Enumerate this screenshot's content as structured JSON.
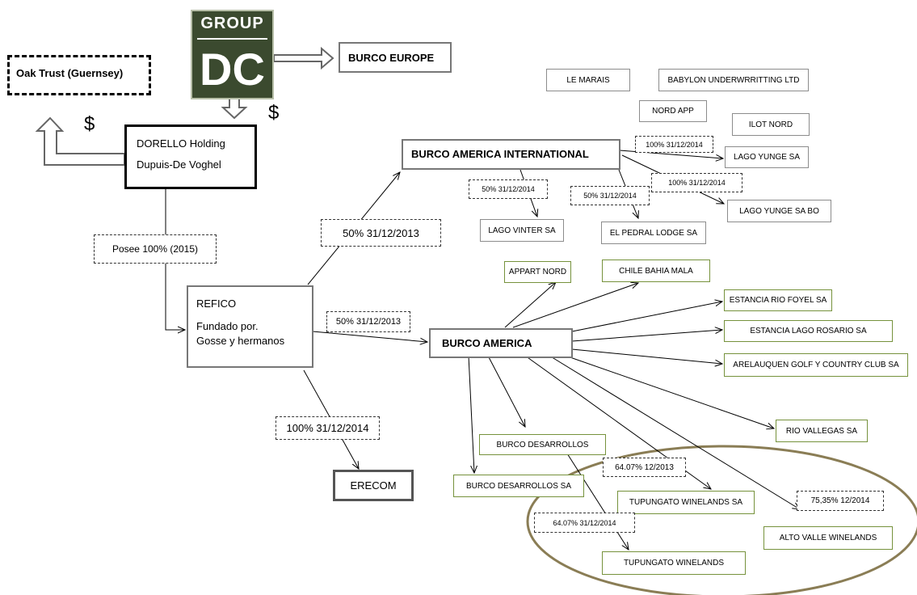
{
  "logo": {
    "line1": "GROUP",
    "line2": "DC"
  },
  "dollars": {
    "left": "$",
    "right": "$"
  },
  "entities": {
    "oak_trust": "Oak Trust (Guernsey)",
    "burco_europe": "BURCO EUROPE",
    "dorello": {
      "line1": "DORELLO Holding",
      "line2": "Dupuis-De Voghel"
    },
    "refico": {
      "line1": "REFICO",
      "line2": "Fundado por.",
      "line3": "Gosse  y hermanos"
    },
    "erecom": "ERECOM",
    "burco_america_international": "BURCO AMERICA INTERNATIONAL",
    "burco_america": "BURCO AMERICA",
    "le_marais": "LE MARAIS",
    "babylon": "BABYLON UNDERWRRITTING LTD",
    "nord_app": "NORD APP",
    "ilot_nord": "ILOT NORD",
    "lago_yunge": "LAGO YUNGE SA",
    "lago_yunge_bo": "LAGO YUNGE SA BO",
    "lago_vinter": "LAGO VINTER SA",
    "el_pedral": "EL PEDRAL LODGE SA",
    "appart_nord": "APPART NORD",
    "chile_bahia": "CHILE BAHIA MALA",
    "rio_foyel": "ESTANCIA RIO FOYEL SA",
    "lago_rosario": "ESTANCIA LAGO ROSARIO SA",
    "arelauquen": "ARELAUQUEN GOLF Y COUNTRY CLUB SA",
    "rio_vallegas": "RIO VALLEGAS SA",
    "burco_desarrollos": "BURCO DESARROLLOS",
    "burco_desarrollos_sa": "BURCO DESARROLLOS SA",
    "tupungato_winelands_sa": "TUPUNGATO WINELANDS SA",
    "tupungato_winelands": "TUPUNGATO WINELANDS",
    "alto_valle": "ALTO VALLE WINELANDS"
  },
  "labels": {
    "posee": "Posee 100% (2015)",
    "refico_to_bai": "50% 31/12/2013",
    "refico_to_ba": "50% 31/12/2013",
    "refico_to_erecom": "100% 31/12/2014",
    "bai_to_lago_yunge": "100% 31/12/2014",
    "bai_to_lago_yunge_bo": "100% 31/12/2014",
    "bai_to_lago_vinter": "50% 31/12/2014",
    "bai_to_el_pedral": "50% 31/12/2014",
    "tupungato_sa": "64.07% 12/2013",
    "tupungato": "64.07% 31/12/2014",
    "alto_valle": "75,35% 12/2014"
  }
}
